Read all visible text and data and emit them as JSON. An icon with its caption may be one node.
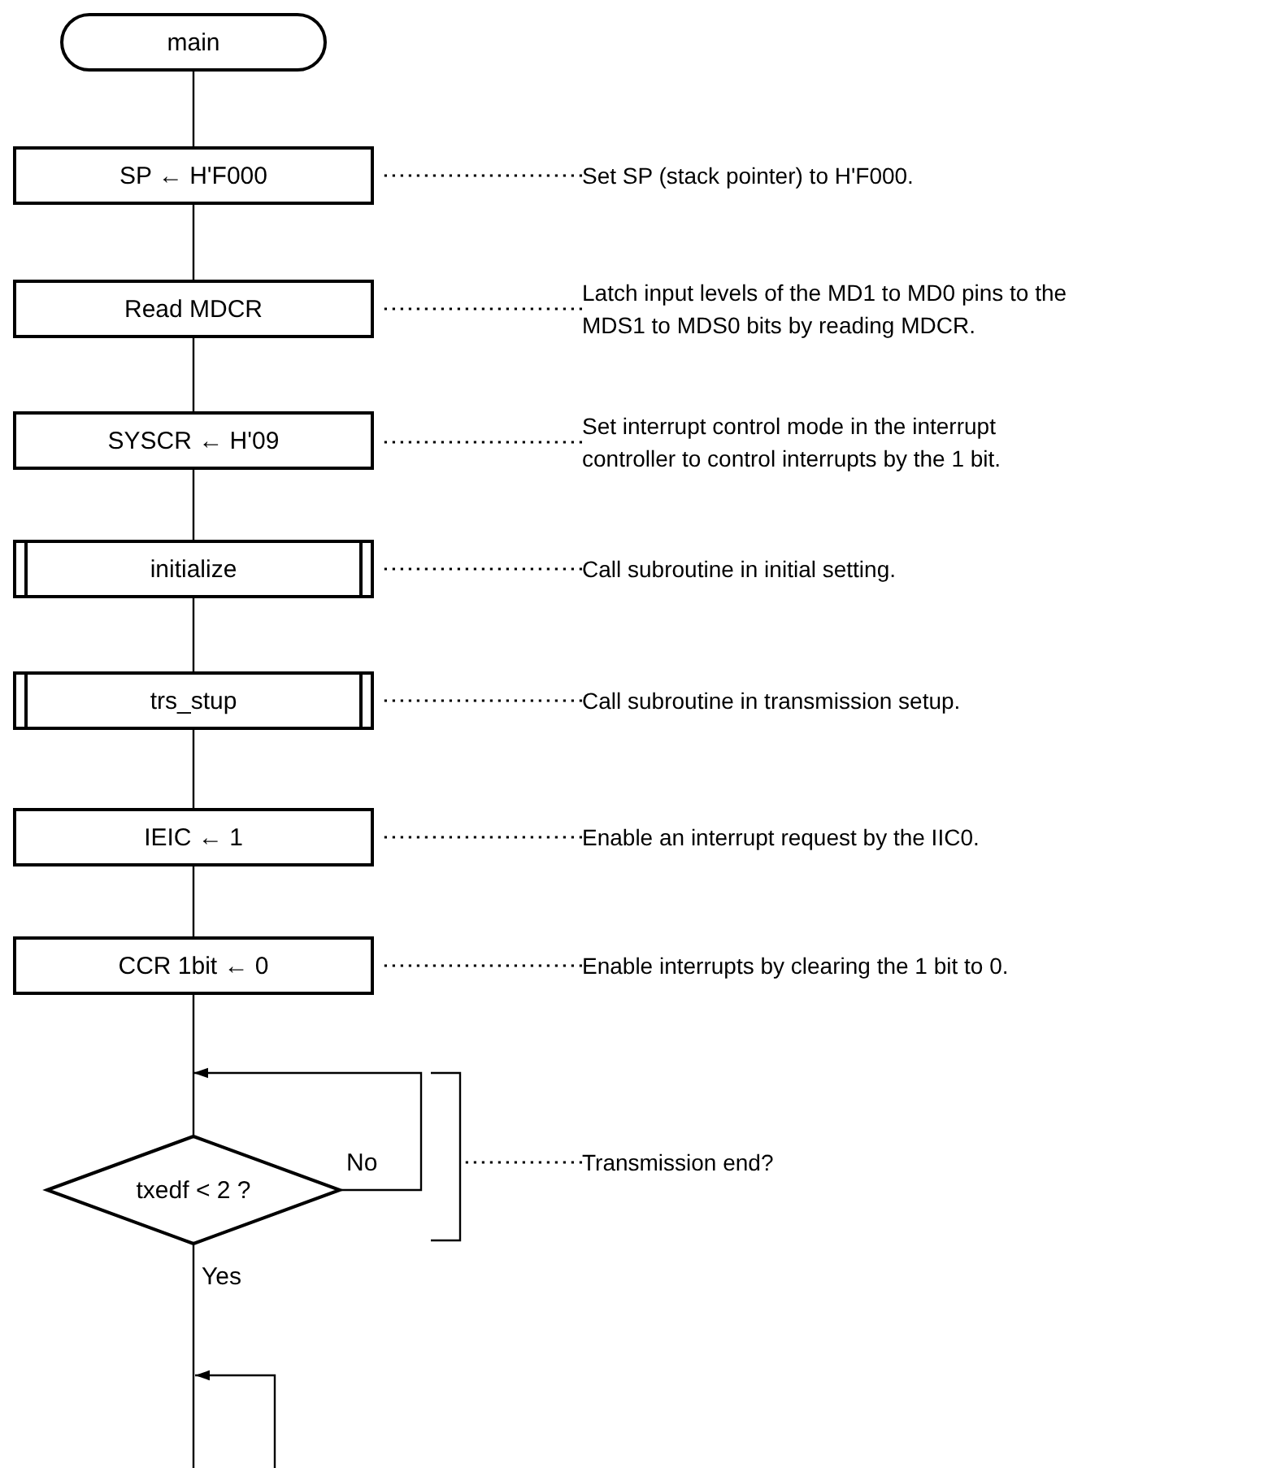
{
  "diagram": {
    "nodes": [
      {
        "text": [
          "main"
        ]
      },
      {
        "text": [
          "SP ← H'F000"
        ]
      },
      {
        "text": [
          "Read MDCR"
        ]
      },
      {
        "text": [
          "SYSCR ← H'09"
        ]
      },
      {
        "text": [
          "initialize"
        ]
      },
      {
        "text": [
          "trs_stup"
        ]
      },
      {
        "text": [
          "IEIC ← 1"
        ]
      },
      {
        "text": [
          "CCR 1bit ← 0"
        ]
      },
      {
        "text": [
          "txedf < 2 ?"
        ]
      },
      {
        "text": [
          "Set SP (stack pointer) to H'F000."
        ]
      },
      {
        "text": [
          "Latch input levels of the MD1 to MD0 pins to the MDS1 to MDS0 bits by reading MDCR."
        ]
      },
      {
        "text": [
          "Set interrupt control mode in the interrupt controller to control interrupts by the 1 bit."
        ]
      },
      {
        "text": [
          "Call subroutine in initial setting."
        ]
      },
      {
        "text": [
          "Call subroutine in transmission setup."
        ]
      },
      {
        "text": [
          "Enable an interrupt request by the IIC0."
        ]
      },
      {
        "text": [
          "Enable interrupts by clearing the 1 bit to 0."
        ]
      },
      {
        "text": [
          "Transmission end?"
        ]
      },
      {
        "text": [],
        "shape": "bracket"
      }
    ],
    "edges": [
      {
        "from": 0,
        "to": 1,
        "arrow": "none"
      },
      {
        "from": 1,
        "to": 2,
        "arrow": "none"
      },
      {
        "from": 2,
        "to": 3,
        "arrow": "none"
      },
      {
        "from": 3,
        "to": 4,
        "arrow": "none"
      },
      {
        "from": 4,
        "to": 5,
        "arrow": "none"
      },
      {
        "from": 5,
        "to": 6,
        "arrow": "none"
      },
      {
        "from": 6,
        "to": 7,
        "arrow": "none"
      },
      {
        "from": 7,
        "to": 8,
        "arrow": "none"
      },
      {
        "from": 8,
        "to": 8,
        "arrow": "to",
        "label": "No"
      },
      {
        "from": 8,
        "to": null,
        "arrow": "none",
        "label": "Yes"
      },
      {
        "from": 9,
        "to": 1,
        "arrow": "none",
        "style": "dashed"
      },
      {
        "from": 10,
        "to": 2,
        "arrow": "none",
        "style": "dashed"
      },
      {
        "from": 11,
        "to": 3,
        "arrow": "none",
        "style": "dashed"
      },
      {
        "from": 12,
        "to": 4,
        "arrow": "none",
        "style": "dashed"
      },
      {
        "from": 13,
        "to": 5,
        "arrow": "none",
        "style": "dashed"
      },
      {
        "from": 14,
        "to": 6,
        "arrow": "none",
        "style": "dashed"
      },
      {
        "from": 15,
        "to": 7,
        "arrow": "none",
        "style": "dashed"
      },
      {
        "from": 16,
        "to": 17,
        "arrow": "none",
        "style": "dashed"
      }
    ]
  }
}
